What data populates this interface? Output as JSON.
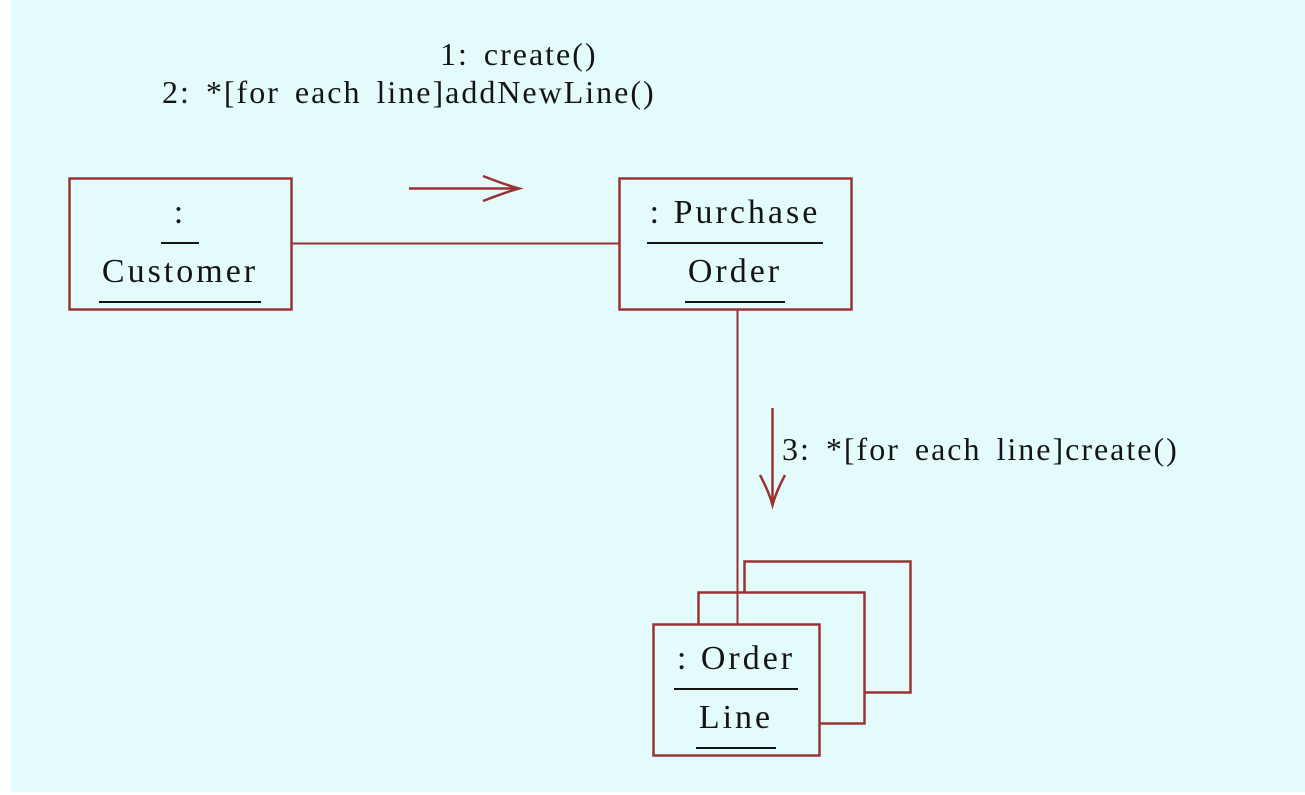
{
  "colors": {
    "background": "#E4FBFB",
    "stroke": "#993333",
    "text": "#141414"
  },
  "messages": {
    "m1": "1: create()",
    "m2": "2: *[for each line]addNewLine()",
    "m3": "3: *[for each line]create()"
  },
  "objects": {
    "customer": {
      "line1": ":",
      "line2": "Customer"
    },
    "purchase_order": {
      "line1": ": Purchase",
      "line2": "Order"
    },
    "order_line": {
      "line1": ": Order",
      "line2": "Line"
    }
  }
}
